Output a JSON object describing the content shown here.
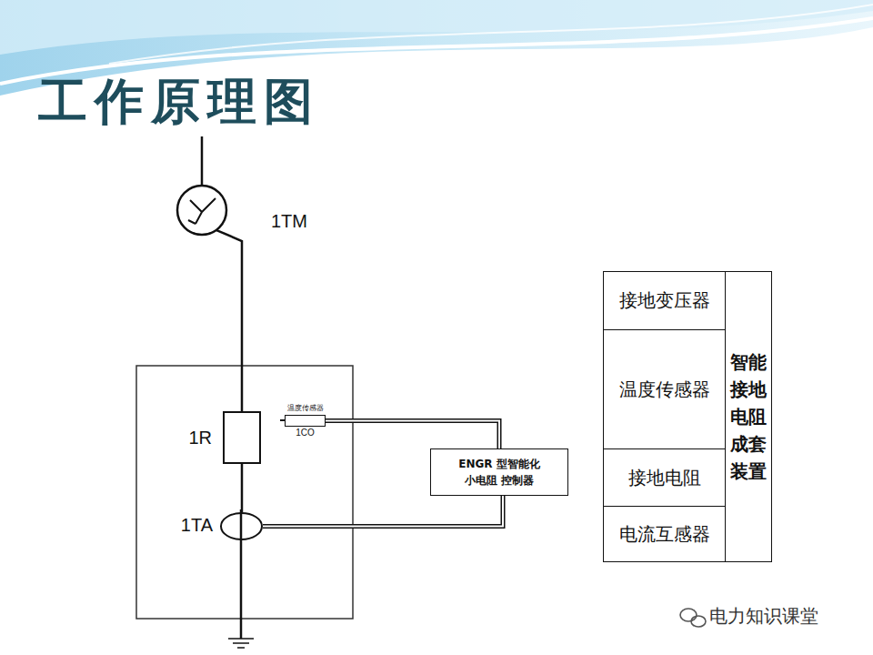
{
  "diagram": {
    "title": "工作原理图",
    "nodes": [
      {
        "text": [
          "1TM"
        ]
      },
      {
        "text": [
          "1R"
        ]
      },
      {
        "text": [
          "温度传感器",
          "1CO"
        ]
      },
      {
        "text": [
          "1TA"
        ]
      },
      {
        "text": [
          "ENGR 型智能化小电阻 控制器"
        ]
      },
      {
        "text": [
          "接地变压器"
        ]
      },
      {
        "text": [
          "温度传感器"
        ]
      },
      {
        "text": [
          "接地电阻"
        ]
      },
      {
        "text": [
          "电流互感器"
        ]
      },
      {
        "text": [
          "智能接地电阻成套装置"
        ]
      }
    ],
    "edges": [
      {
        "from": 0,
        "to": 1,
        "arrow": "none"
      },
      {
        "from": 1,
        "to": 3,
        "arrow": "none"
      },
      {
        "from": 2,
        "to": 4,
        "arrow": "none"
      },
      {
        "from": 3,
        "to": 4,
        "arrow": "none"
      }
    ],
    "labels": [
      "电力知识课堂"
    ]
  }
}
